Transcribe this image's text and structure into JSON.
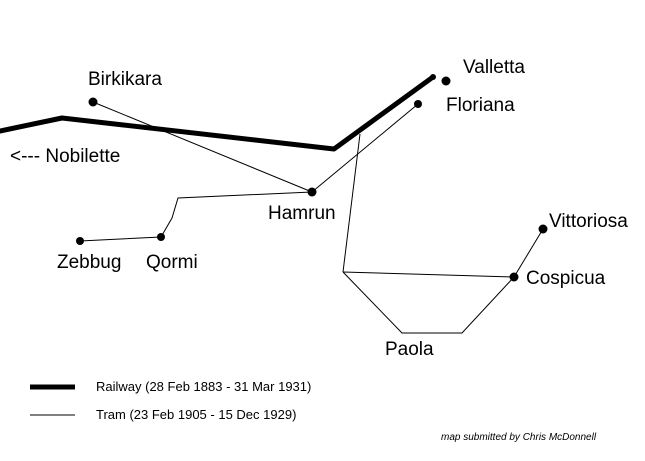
{
  "colors": {
    "background": "#ffffff",
    "ink": "#000000"
  },
  "places": {
    "birkikara": "Birkikara",
    "valletta": "Valletta",
    "floriana": "Floriana",
    "nobilette": "<--- Nobilette",
    "hamrun": "Hamrun",
    "vittoriosa": "Vittoriosa",
    "cospicua": "Cospicua",
    "zebbug": "Zebbug",
    "qormi": "Qormi",
    "paola": "Paola"
  },
  "legend": {
    "railway": "Railway (28 Feb 1883 - 31 Mar 1931)",
    "tram": "Tram (23 Feb 1905 - 15 Dec 1929)"
  },
  "credit": "map submitted by Chris McDonnell"
}
